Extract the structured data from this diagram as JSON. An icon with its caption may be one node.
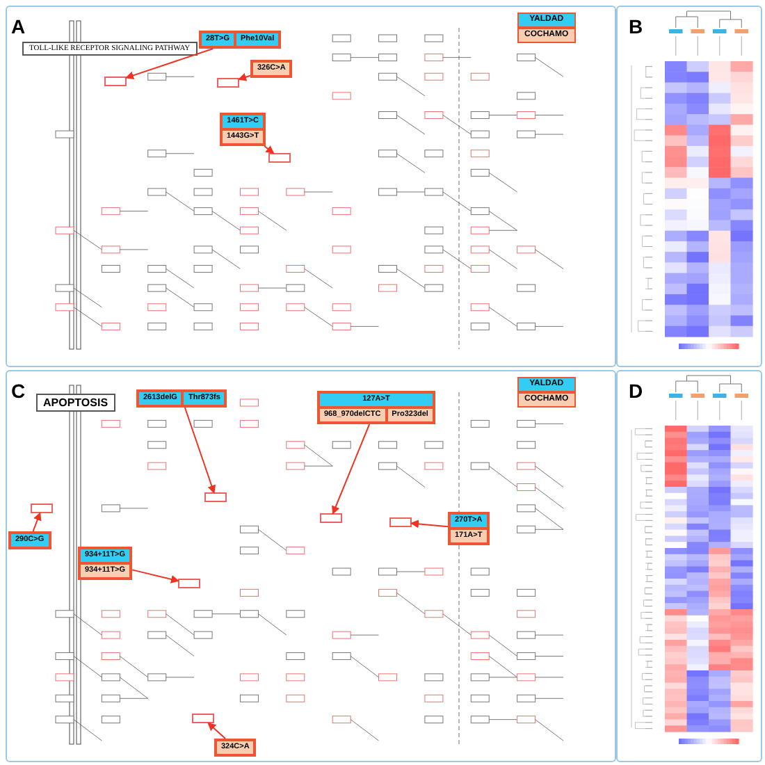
{
  "diagram": {
    "nodes": [
      {
        "text": [
          "28T>G",
          "Phe10Val"
        ]
      },
      {
        "text": [],
        "shape": "box"
      },
      {
        "text": [
          "326C>A"
        ]
      },
      {
        "text": [],
        "shape": "box"
      },
      {
        "text": [
          "1461T>C",
          "1443G>T"
        ]
      },
      {
        "text": [],
        "shape": "box"
      },
      {
        "text": [
          "2613delG",
          "Thr873fs"
        ]
      },
      {
        "text": [],
        "shape": "box"
      },
      {
        "text": [
          "127A>T",
          "968_970delCTC",
          "Pro323del"
        ]
      },
      {
        "text": [],
        "shape": "box"
      },
      {
        "text": [
          "290C>G"
        ]
      },
      {
        "text": [],
        "shape": "box"
      },
      {
        "text": [
          "934+11T>G",
          "934+11T>G"
        ]
      },
      {
        "text": [],
        "shape": "box"
      },
      {
        "text": [
          "270T>A",
          "171A>T"
        ]
      },
      {
        "text": [],
        "shape": "box"
      },
      {
        "text": [
          "324C>A"
        ]
      },
      {
        "text": [],
        "shape": "box"
      }
    ],
    "edges": [
      {
        "from": 0,
        "to": 1,
        "arrow": "to"
      },
      {
        "from": 2,
        "to": 3,
        "arrow": "to"
      },
      {
        "from": 4,
        "to": 5,
        "arrow": "to"
      },
      {
        "from": 6,
        "to": 7,
        "arrow": "to"
      },
      {
        "from": 8,
        "to": 9,
        "arrow": "to"
      },
      {
        "from": 10,
        "to": 11,
        "arrow": "to"
      },
      {
        "from": 12,
        "to": 13,
        "arrow": "to"
      },
      {
        "from": 14,
        "to": 15,
        "arrow": "to"
      },
      {
        "from": 16,
        "to": 17,
        "arrow": "to"
      }
    ],
    "labels": [
      "A",
      "TOLL-LIKE RECEPTOR SIGNALING PATHWAY",
      "B",
      "C",
      "APOPTOSIS",
      "D"
    ],
    "legend": [
      {
        "text": "YALDAD",
        "color": "#33ccf2"
      },
      {
        "text": "COCHAMO",
        "color": "#f9cdb0"
      },
      {
        "text": "YALDAD",
        "color": "#33ccf2"
      },
      {
        "text": "COCHAMO",
        "color": "#f9cdb0"
      }
    ]
  }
}
